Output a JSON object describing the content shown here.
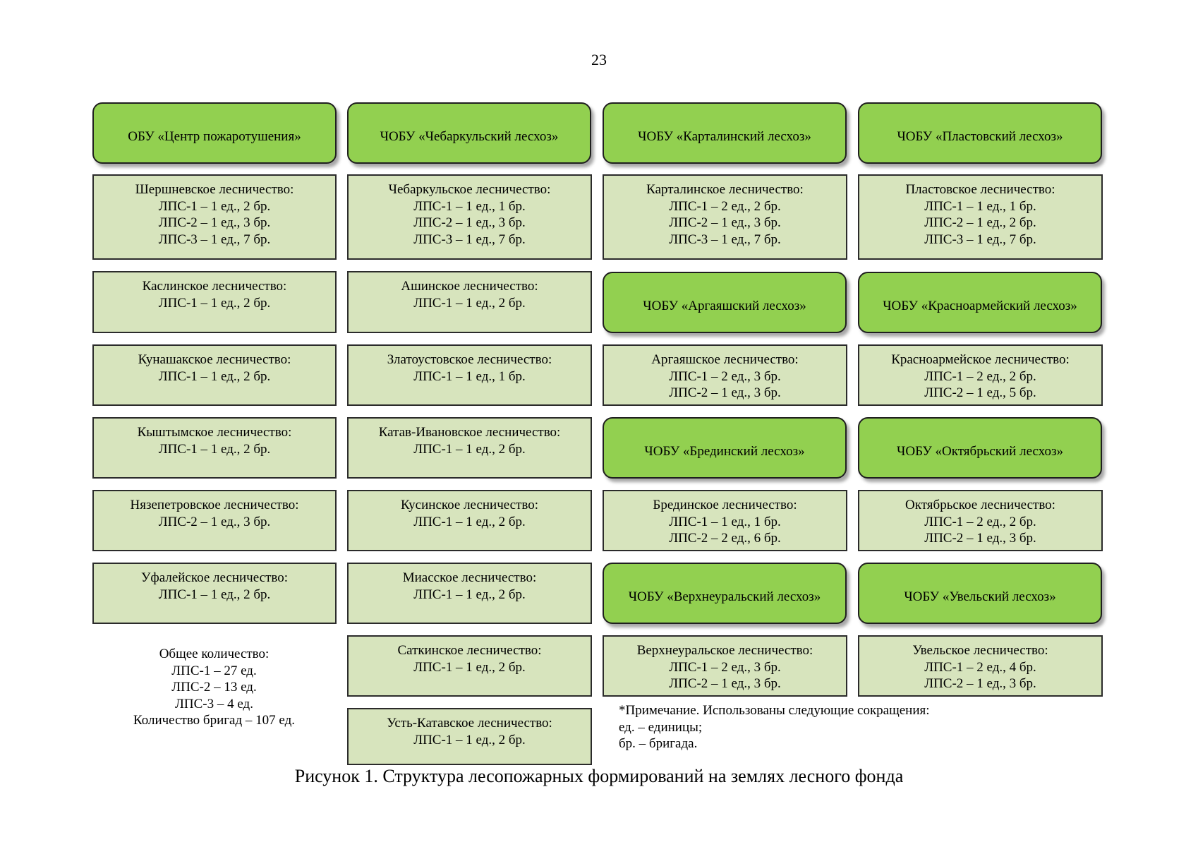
{
  "page_number": "23",
  "orgs": {
    "center": "ОБУ «Центр пожаротушения»",
    "chebarkul": "ЧОБУ «Чебаркульский лесхоз»",
    "kartaly": "ЧОБУ «Карталинский лесхоз»",
    "plast": "ЧОБУ «Пластовский лесхоз»",
    "argayash": "ЧОБУ «Аргаяшский лесхоз»",
    "krasnoarmeysk": "ЧОБУ «Красноармейский лесхоз»",
    "bredy": "ЧОБУ «Брединский лесхоз»",
    "oktyabr": "ЧОБУ «Октябрьский лесхоз»",
    "verkhneuralsk": "ЧОБУ «Верхнеуральский лесхоз»",
    "uvelka": "ЧОБУ «Увельский лесхоз»"
  },
  "units": {
    "shershni": [
      "Шершневское лесничество:",
      "ЛПС-1 – 1 ед., 2 бр.",
      "ЛПС-2 – 1 ед., 3 бр.",
      "ЛПС-3 – 1 ед., 7 бр."
    ],
    "kasli": [
      "Каслинское лесничество:",
      "ЛПС-1 – 1 ед., 2 бр."
    ],
    "kunashak": [
      "Кунашакское лесничество:",
      "ЛПС-1 – 1 ед., 2 бр."
    ],
    "kyshtym": [
      "Кыштымское лесничество:",
      "ЛПС-1 – 1 ед., 2 бр."
    ],
    "nyazepetrovsk": [
      "Нязепетровское лесничество:",
      "ЛПС-2 – 1 ед., 3 бр."
    ],
    "ufaley": [
      "Уфалейское лесничество:",
      "ЛПС-1 – 1 ед., 2 бр."
    ],
    "chebarkul": [
      "Чебаркульское лесничество:",
      "ЛПС-1 – 1 ед., 1 бр.",
      "ЛПС-2 – 1 ед., 3 бр.",
      "ЛПС-3 – 1 ед., 7 бр."
    ],
    "asha": [
      "Ашинское лесничество:",
      "ЛПС-1 – 1 ед., 2 бр."
    ],
    "zlatoust": [
      "Златоустовское лесничество:",
      "ЛПС-1 – 1 ед., 1 бр."
    ],
    "katav": [
      "Катав-Ивановское лесничество:",
      "ЛПС-1 – 1 ед., 2 бр."
    ],
    "kusa": [
      "Кусинское лесничество:",
      "ЛПС-1 – 1 ед., 2 бр."
    ],
    "miass": [
      "Миасское лесничество:",
      "ЛПС-1 – 1 ед., 2 бр."
    ],
    "satka": [
      "Саткинское лесничество:",
      "ЛПС-1 – 1 ед., 2 бр."
    ],
    "ust_katav": [
      "Усть-Катавское лесничество:",
      "ЛПС-1 – 1 ед., 2 бр."
    ],
    "kartaly": [
      "Карталинское лесничество:",
      "ЛПС-1 – 2 ед., 2 бр.",
      "ЛПС-2 – 1 ед., 3 бр.",
      "ЛПС-3 – 1 ед., 7 бр."
    ],
    "argayash": [
      "Аргаяшское лесничество:",
      "ЛПС-1 – 2 ед., 3 бр.",
      "ЛПС-2 – 1 ед., 3 бр."
    ],
    "bredy": [
      "Брединское лесничество:",
      "ЛПС-1 – 1 ед., 1 бр.",
      "ЛПС-2 – 2 ед., 6 бр."
    ],
    "verkhneuralsk": [
      "Верхнеуральское лесничество:",
      "ЛПС-1 – 2 ед., 3 бр.",
      "ЛПС-2 – 1 ед., 3 бр."
    ],
    "plast": [
      "Пластовское лесничество:",
      "ЛПС-1 – 1 ед., 1 бр.",
      "ЛПС-2 – 1 ед., 2 бр.",
      "ЛПС-3 – 1 ед., 7 бр."
    ],
    "krasnoarmeysk": [
      "Красноармейское лесничество:",
      "ЛПС-1 – 2 ед., 2 бр.",
      "ЛПС-2 – 1 ед., 5 бр."
    ],
    "oktyabr": [
      "Октябрьское лесничество:",
      "ЛПС-1 – 2 ед., 2 бр.",
      "ЛПС-2 – 1 ед., 3 бр."
    ],
    "uvelka": [
      "Увельское лесничество:",
      "ЛПС-1 – 2 ед., 4 бр.",
      "ЛПС-2 – 1 ед., 3 бр."
    ]
  },
  "summary": [
    "Общее количество:",
    "ЛПС-1 – 27 ед.",
    "ЛПС-2 – 13 ед.",
    "ЛПС-3 – 4 ед.",
    "Количество бригад – 107 ед."
  ],
  "note": [
    "*Примечание. Использованы следующие сокращения:",
    "ед. – единицы;",
    "бр. – бригада."
  ],
  "caption": "Рисунок 1. Структура лесопожарных формирований на землях лесного фонда",
  "colors": {
    "org_fill": "#92d050",
    "unit_fill": "#d7e4bd",
    "border": "#2b2b2b"
  }
}
